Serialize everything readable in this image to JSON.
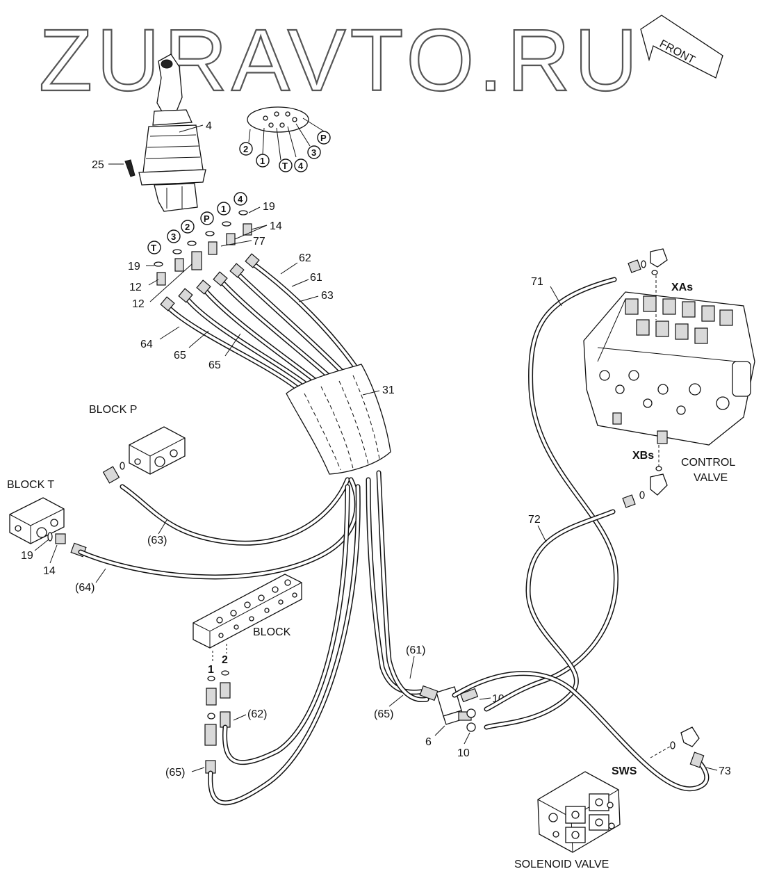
{
  "watermark": "ZURAVTO.RU",
  "front_tag": "FRONT",
  "port_circles": {
    "diagram": [
      "2",
      "1",
      "T",
      "4",
      "3",
      "P"
    ],
    "fittings": [
      "T",
      "3",
      "2",
      "P",
      "1",
      "4"
    ]
  },
  "callouts": {
    "joystick": "4",
    "pin": "25",
    "ring_top": "19",
    "oring_top": "14",
    "adapter": "77",
    "hose_62": "62",
    "hose_61": "61",
    "hose_63": "63",
    "ring_left": "19",
    "fitting_a": "12",
    "fitting_b": "12",
    "hose_64": "64",
    "hose_65a": "65",
    "hose_65b": "65",
    "sleeve": "31",
    "hose_71": "71",
    "hose_72": "72",
    "hose_73": "73",
    "blockt_19": "19",
    "blockt_14": "14",
    "ref_63": "(63)",
    "ref_64": "(64)",
    "ref_61": "(61)",
    "ref_65_mid": "(65)",
    "ref_62": "(62)",
    "ref_65_low": "(65)",
    "fitting_10a": "10",
    "fitting_10b": "10",
    "tee": "6"
  },
  "labels": {
    "block_p": "BLOCK P",
    "block_t": "BLOCK T",
    "block": "BLOCK",
    "block_port1": "1",
    "block_port2": "2",
    "xas": "XAs",
    "xbs": "XBs",
    "control_valve_1": "CONTROL",
    "control_valve_2": "VALVE",
    "sws": "SWS",
    "solenoid_valve": "SOLENOID VALVE"
  }
}
